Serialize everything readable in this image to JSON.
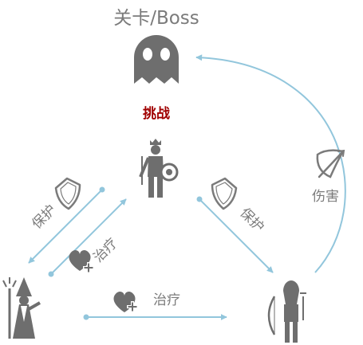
{
  "diagram": {
    "boss_title": "关卡/Boss",
    "challenge": "挑战",
    "damage": "伤害",
    "protect_left": "保护",
    "heal_diag": "治疗",
    "protect_right": "保护",
    "heal_bottom": "治疗"
  },
  "colors": {
    "line": "#92c6dc",
    "icon": "#6e6e6e",
    "label": "#7b7b7b",
    "challenge": "#a00000"
  },
  "icons": [
    "ghost-icon",
    "knight-icon",
    "wizard-icon",
    "archer-icon",
    "shield-icon",
    "heart-plus-icon",
    "bow-icon"
  ]
}
